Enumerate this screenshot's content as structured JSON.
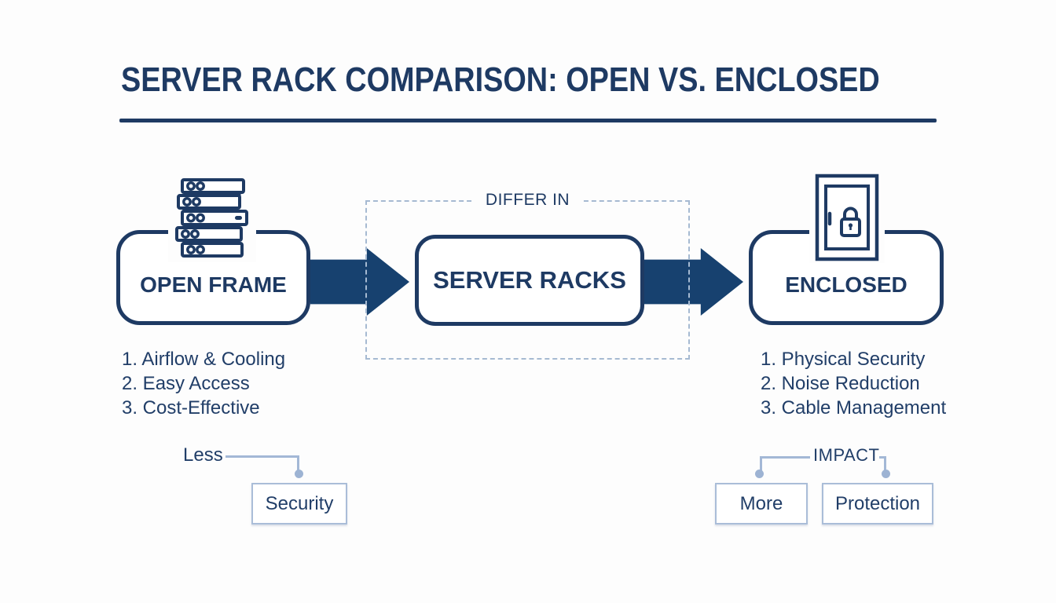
{
  "header": {
    "title": "SERVER RACK COMPARISON: OPEN VS. ENCLOSED"
  },
  "nodes": {
    "open": {
      "label": "OPEN FRAME",
      "icon": "server-rack-stack-icon"
    },
    "center": {
      "label": "SERVER RACKS",
      "container_label": "DIFFER IN"
    },
    "enclosed": {
      "label": "ENCLOSED",
      "icon": "locked-cabinet-icon"
    }
  },
  "features": {
    "open": [
      "1. Airflow & Cooling",
      "2. Easy Access",
      "3. Cost-Effective"
    ],
    "enclosed": [
      "1. Physical Security",
      "2. Noise Reduction",
      "3. Cable Management"
    ]
  },
  "annotations": {
    "less_label": "Less",
    "security_label": "Security",
    "impact_label": "IMPACT",
    "more_label": "More",
    "protection_label": "Protection"
  },
  "colors": {
    "navy": "#1e3a63",
    "arrow_blue": "#17416f",
    "dashed_border": "#a6bad2",
    "connector_blue": "#a3b8d6",
    "light_box_border": "#aabdd8",
    "background": "#fdfdfd"
  }
}
